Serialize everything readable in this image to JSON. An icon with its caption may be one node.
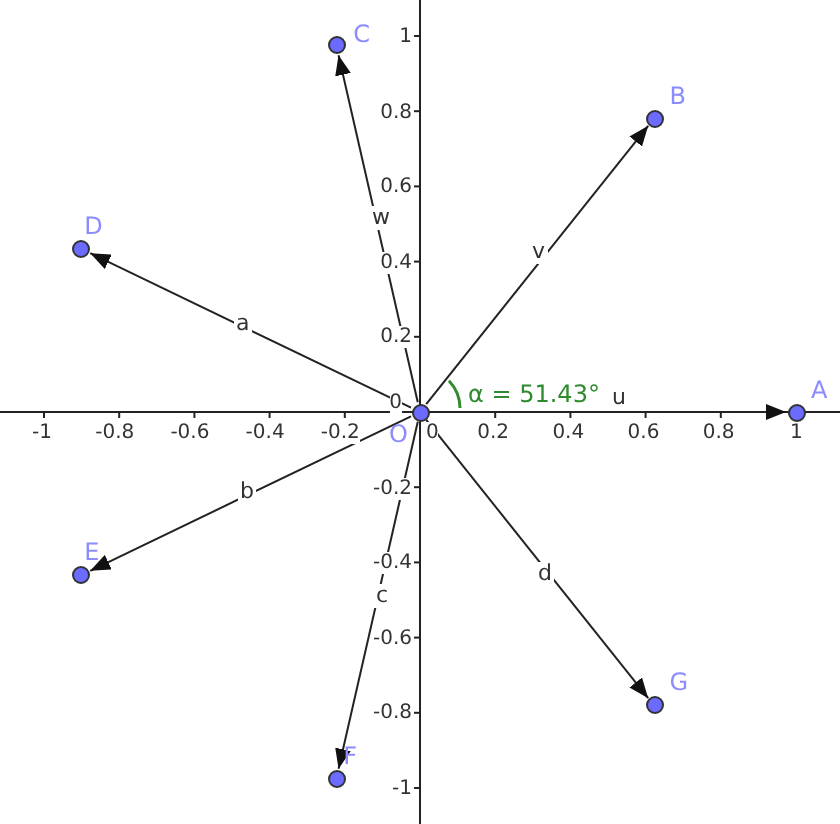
{
  "diagram": {
    "nodes": [
      {
        "text": [
          "O"
        ]
      },
      {
        "text": [
          "A"
        ]
      },
      {
        "text": [
          "B"
        ]
      },
      {
        "text": [
          "C"
        ]
      },
      {
        "text": [
          "D"
        ]
      },
      {
        "text": [
          "E"
        ]
      },
      {
        "text": [
          "F"
        ]
      },
      {
        "text": [
          "G"
        ]
      }
    ],
    "edges": [
      {
        "from": 0,
        "to": 1,
        "arrow": "to",
        "label": "u"
      },
      {
        "from": 0,
        "to": 2,
        "arrow": "to",
        "label": "v"
      },
      {
        "from": 0,
        "to": 3,
        "arrow": "to",
        "label": "w"
      },
      {
        "from": 0,
        "to": 4,
        "arrow": "to",
        "label": "a"
      },
      {
        "from": 0,
        "to": 5,
        "arrow": "to",
        "label": "b"
      },
      {
        "from": 0,
        "to": 6,
        "arrow": "to",
        "label": "c"
      },
      {
        "from": 0,
        "to": 7,
        "arrow": "to",
        "label": "d"
      }
    ],
    "labels": [
      "-1",
      "-0.8",
      "-0.6",
      "-0.4",
      "-0.2",
      "0",
      "0.2",
      "0.4",
      "0.6",
      "0.8",
      "1",
      "1",
      "0.8",
      "0.6",
      "0.4",
      "0.2",
      "0",
      "-0.2",
      "-0.4",
      "-0.6",
      "-0.8",
      "-1",
      "α = 51.43°"
    ]
  }
}
